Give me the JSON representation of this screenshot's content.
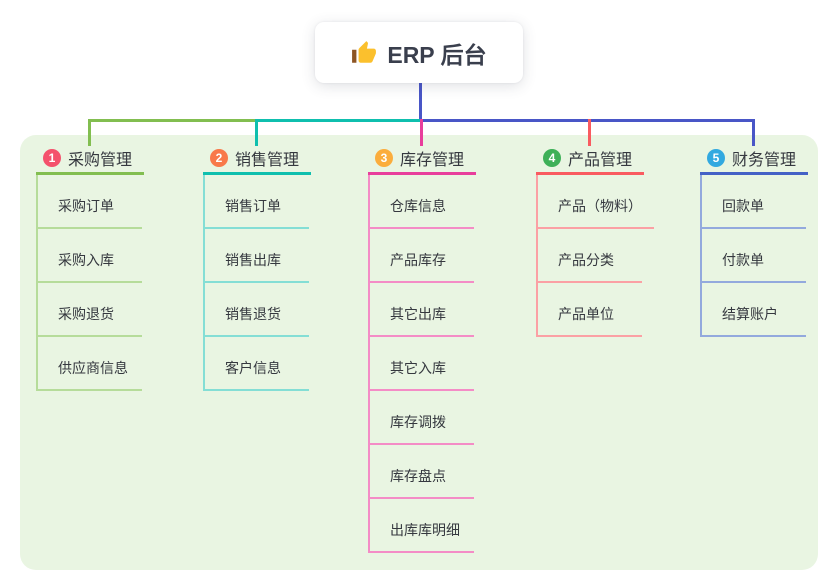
{
  "root": {
    "title": "ERP 后台",
    "icon": "thumbs-up-icon"
  },
  "branches": [
    {
      "number": "1",
      "label": "采购管理",
      "color": "#82be50",
      "light_color": "#b6dc9a",
      "badge_color": "#f4516c",
      "children": [
        "采购订单",
        "采购入库",
        "采购退货",
        "供应商信息"
      ]
    },
    {
      "number": "2",
      "label": "销售管理",
      "color": "#0fbfae",
      "light_color": "#84ded5",
      "badge_color": "#f8794a",
      "children": [
        "销售订单",
        "销售出库",
        "销售退货",
        "客户信息"
      ]
    },
    {
      "number": "3",
      "label": "库存管理",
      "color": "#e83e9c",
      "light_color": "#f48cc6",
      "badge_color": "#fbad3c",
      "children": [
        "仓库信息",
        "产品库存",
        "其它出库",
        "其它入库",
        "库存调拨",
        "库存盘点",
        "出库库明细"
      ]
    },
    {
      "number": "4",
      "label": "产品管理",
      "color": "#f95b60",
      "light_color": "#fba0a4",
      "badge_color": "#3eb058",
      "children": [
        "产品（物料）",
        "产品分类",
        "产品单位"
      ]
    },
    {
      "number": "5",
      "label": "财务管理",
      "color": "#4461c6",
      "light_color": "#93a9dd",
      "badge_color": "#32a9e0",
      "children": [
        "回款单",
        "付款单",
        "结算账户"
      ]
    }
  ],
  "colors": {
    "canvas": "#ffffff",
    "panel_background": "#e9f5e2",
    "root_connector": "#4956c7",
    "text": "#35383f"
  }
}
